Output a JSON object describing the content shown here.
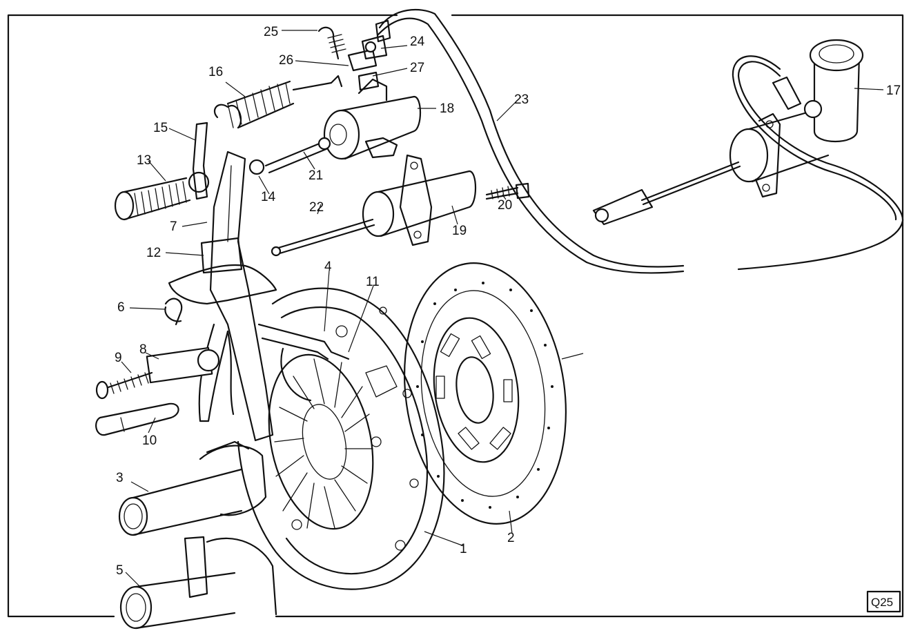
{
  "figure_code": "Q25",
  "labels": [
    {
      "id": "1",
      "text": "1"
    },
    {
      "id": "2",
      "text": "2"
    },
    {
      "id": "3",
      "text": "3"
    },
    {
      "id": "4",
      "text": "4"
    },
    {
      "id": "5",
      "text": "5"
    },
    {
      "id": "6",
      "text": "6"
    },
    {
      "id": "7",
      "text": "7"
    },
    {
      "id": "8",
      "text": "8"
    },
    {
      "id": "9",
      "text": "9"
    },
    {
      "id": "10",
      "text": "10"
    },
    {
      "id": "11",
      "text": "11"
    },
    {
      "id": "12",
      "text": "12"
    },
    {
      "id": "13",
      "text": "13"
    },
    {
      "id": "14",
      "text": "14"
    },
    {
      "id": "15",
      "text": "15"
    },
    {
      "id": "16",
      "text": "16"
    },
    {
      "id": "17",
      "text": "17"
    },
    {
      "id": "18",
      "text": "18"
    },
    {
      "id": "19",
      "text": "19"
    },
    {
      "id": "20",
      "text": "20"
    },
    {
      "id": "21",
      "text": "21"
    },
    {
      "id": "22",
      "text": "22"
    },
    {
      "id": "23",
      "text": "23"
    },
    {
      "id": "24",
      "text": "24"
    },
    {
      "id": "25",
      "text": "25"
    },
    {
      "id": "26",
      "text": "26"
    },
    {
      "id": "27",
      "text": "27"
    }
  ]
}
